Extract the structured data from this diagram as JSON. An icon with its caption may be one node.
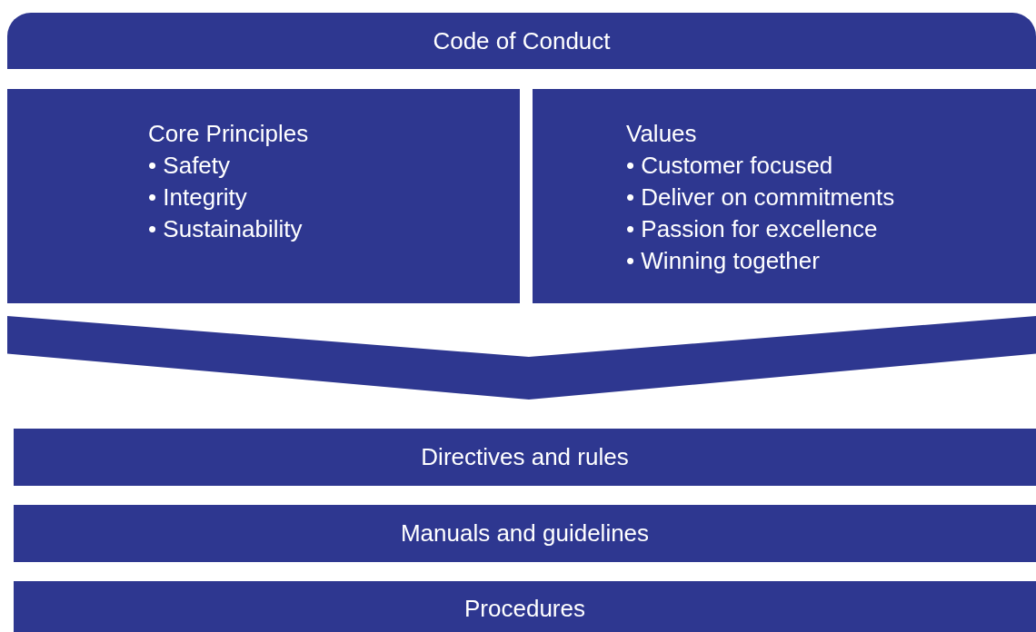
{
  "diagram": {
    "nodes": [
      {
        "text": [
          "Code of Conduct"
        ]
      },
      {
        "text": [
          "Core Principles",
          "• Safety",
          "• Integrity",
          "• Sustainability"
        ]
      },
      {
        "text": [
          "Values",
          "• Customer focused",
          "• Deliver on commitments",
          "• Passion for excellence",
          "• Winning together"
        ]
      },
      {
        "text": [],
        "shape": "chevron"
      },
      {
        "text": [
          "Directives and rules"
        ]
      },
      {
        "text": [
          "Manuals and guidelines"
        ]
      },
      {
        "text": [
          "Procedures"
        ]
      }
    ]
  }
}
